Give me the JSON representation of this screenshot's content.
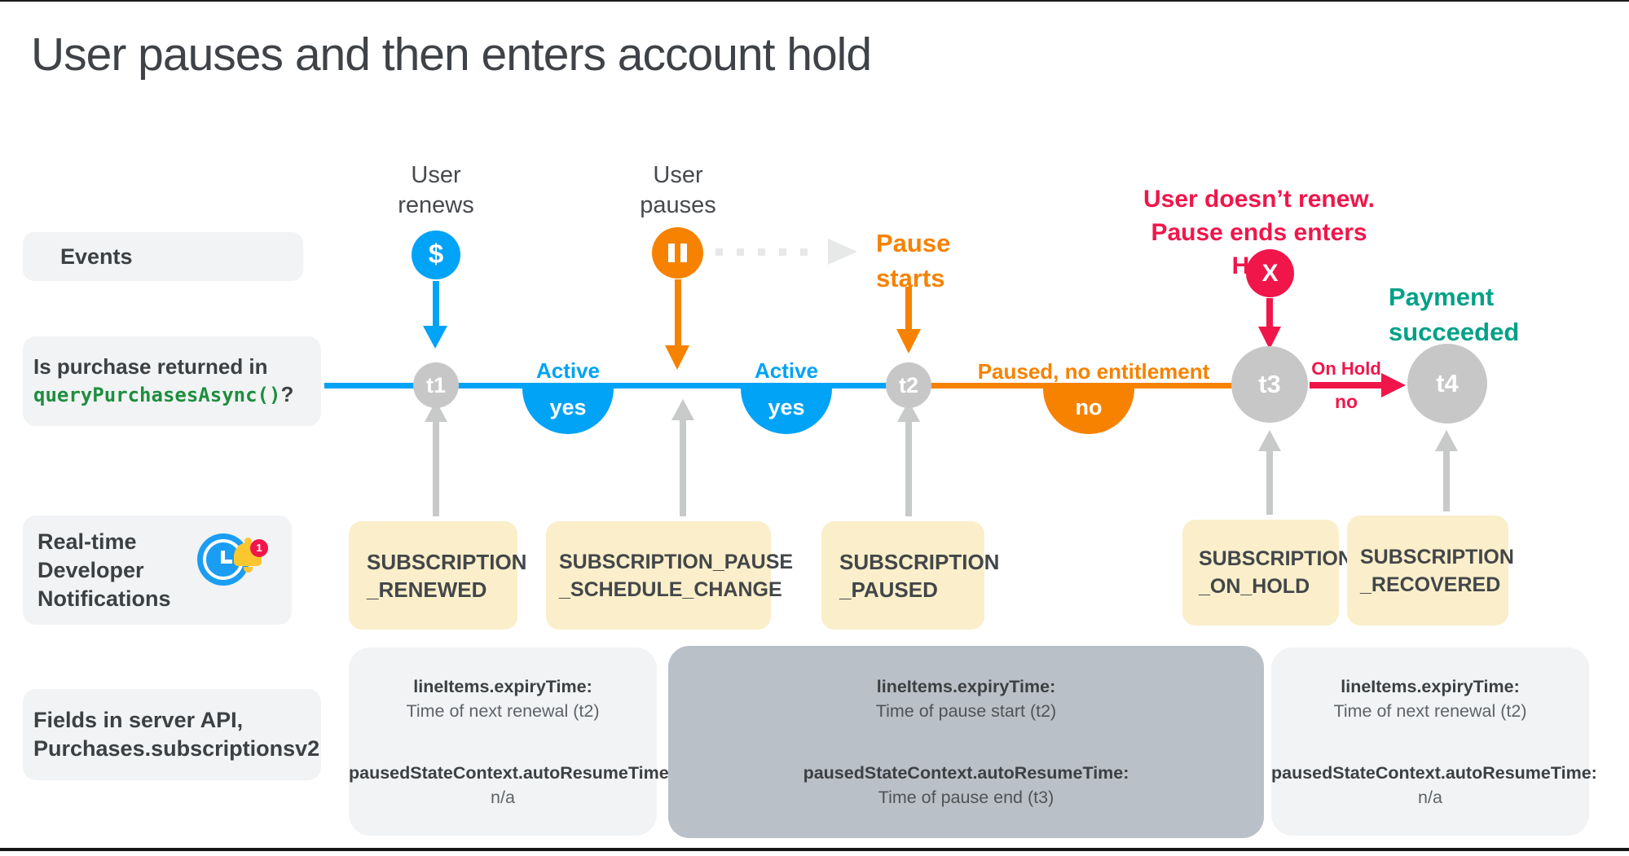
{
  "title": "User pauses and then enters account hold",
  "left_labels": {
    "events": "Events",
    "query": {
      "line1": "Is purchase returned in",
      "code": "queryPurchasesAsync()",
      "suffix": "?"
    },
    "rtdn": {
      "line1": "Real-time",
      "line2": "Developer",
      "line3": "Notifications",
      "badge": "1"
    },
    "fields": {
      "line1": "Fields in server API,",
      "line2": "Purchases.subscriptionsv2"
    }
  },
  "annotations": {
    "user_renews": {
      "line1": "User",
      "line2": "renews"
    },
    "user_pauses": {
      "line1": "User",
      "line2": "pauses"
    },
    "pause_starts": {
      "line1": "Pause",
      "line2": "starts"
    },
    "hold": {
      "line1": "User doesn’t renew.",
      "line2": "Pause ends enters Hold"
    },
    "payment": {
      "line1": "Payment",
      "line2": "succeeded"
    }
  },
  "timeline": {
    "nodes": {
      "t1": "t1",
      "t2": "t2",
      "t3": "t3",
      "t4": "t4"
    },
    "segments": {
      "seg1": {
        "label": "Active",
        "answer": "yes"
      },
      "seg2": {
        "label": "Active",
        "answer": "yes"
      },
      "seg3": {
        "label": "Paused, no entitlement",
        "answer": "no"
      },
      "seg4": {
        "label": "On Hold",
        "answer": "no"
      }
    },
    "icons": {
      "renew": "$",
      "cancel": "X"
    }
  },
  "rtdn_boxes": {
    "renewed": {
      "line1": "SUBSCRIPTION",
      "line2": "_RENEWED"
    },
    "pause_schedule_change": {
      "line1": "SUBSCRIPTION_PAUSE",
      "line2": "_SCHEDULE_CHANGE"
    },
    "paused": {
      "line1": "SUBSCRIPTION",
      "line2": "_PAUSED"
    },
    "on_hold": {
      "line1": "SUBSCRIPTION",
      "line2": "_ON_HOLD"
    },
    "recovered": {
      "line1": "SUBSCRIPTION",
      "line2": "_RECOVERED"
    }
  },
  "field_boxes": {
    "box1": {
      "field1_name": "lineItems.expiryTime:",
      "field1_value": "Time of next renewal (t2)",
      "field2_name": "pausedStateContext.autoResumeTime:",
      "field2_value": "n/a"
    },
    "box2": {
      "field1_name": "lineItems.expiryTime:",
      "field1_value": "Time of pause start (t2)",
      "field2_name": "pausedStateContext.autoResumeTime:",
      "field2_value": "Time of pause end (t3)"
    },
    "box3": {
      "field1_name": "lineItems.expiryTime:",
      "field1_value": "Time of next renewal (t2)",
      "field2_name": "pausedStateContext.autoResumeTime:",
      "field2_value": "n/a"
    }
  },
  "colors": {
    "blue": "#00a3f5",
    "orange": "#f68200",
    "red": "#f0164a",
    "teal": "#00a188",
    "yellow_box": "#faefca",
    "gray_box": "#f1f3f4",
    "gray_dark_box": "#b9c0c7",
    "node_gray": "#c7c7c7",
    "code_green": "#1e8e3e",
    "text_dark": "#3c4043"
  }
}
